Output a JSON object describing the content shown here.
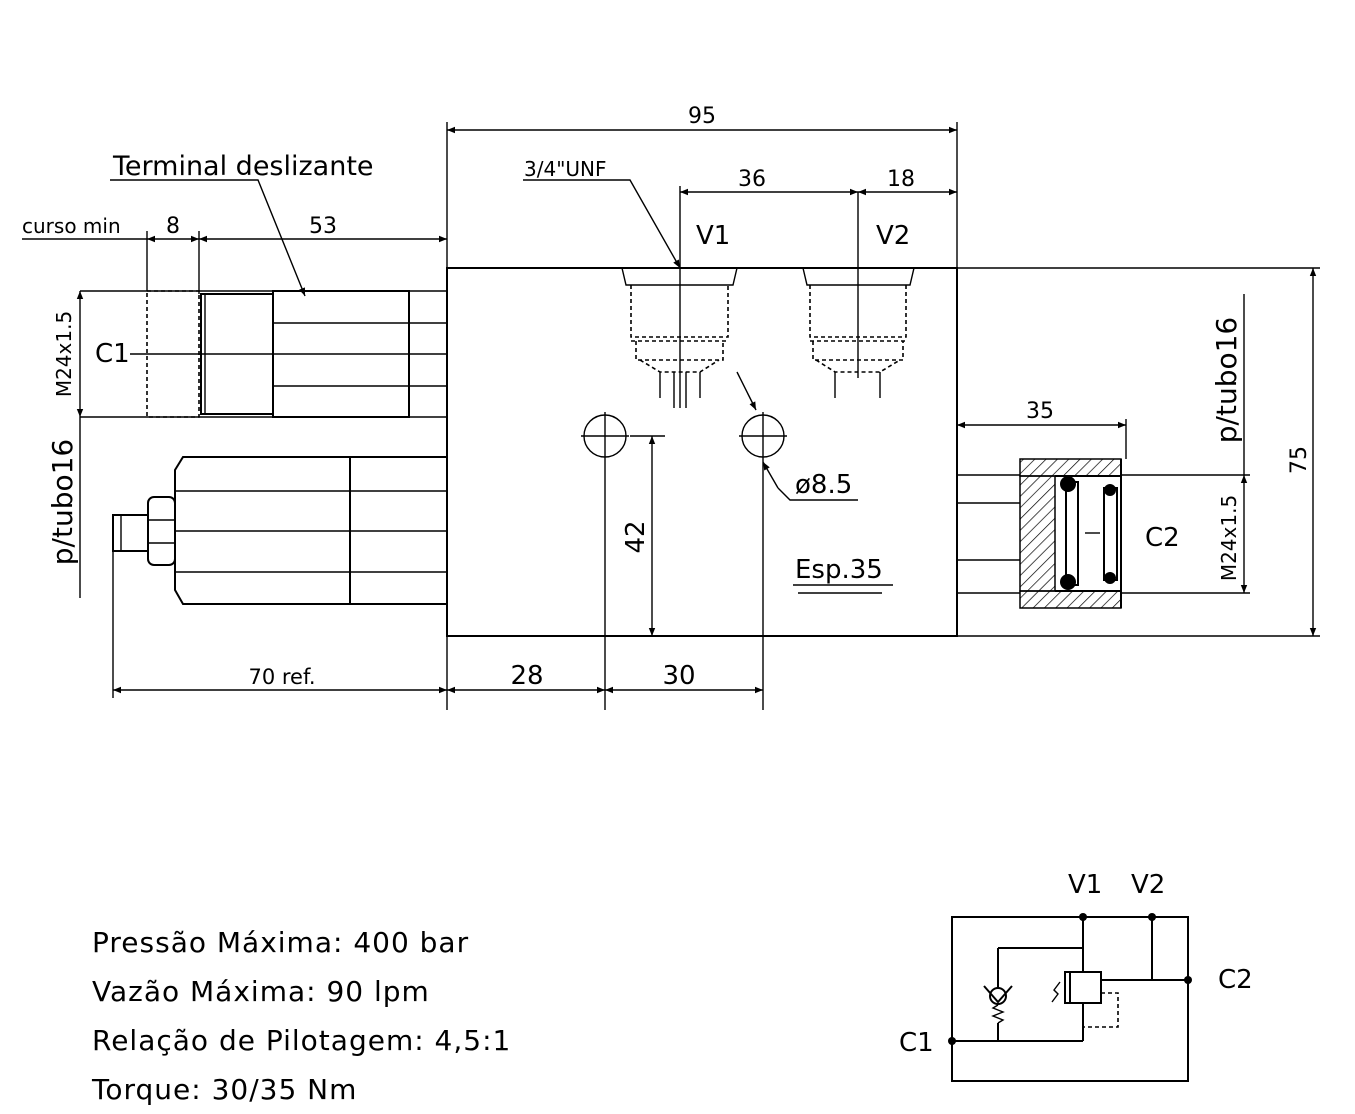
{
  "drawing": {
    "label_terminal": "Terminal deslizante",
    "label_curso_min": "curso min",
    "dim_8": "8",
    "dim_53": "53",
    "dim_95": "95",
    "dim_36": "36",
    "dim_18": "18",
    "label_unf": "3/4\"UNF",
    "port_v1": "V1",
    "port_v2": "V2",
    "port_c1": "C1",
    "port_c2": "C2",
    "thread_left": "M24x1.5",
    "thread_right": "M24x1.5",
    "tube_left": "p/tubo16",
    "tube_right": "p/tubo16",
    "dim_35_top": "35",
    "dim_75": "75",
    "dim_42": "42",
    "hole_dia": "ø8.5",
    "thickness": "Esp.35",
    "dim_70ref": "70 ref.",
    "dim_28": "28",
    "dim_30": "30"
  },
  "schematic": {
    "v1": "V1",
    "v2": "V2",
    "c1": "C1",
    "c2": "C2"
  },
  "specs": {
    "pressure": "Pressão Máxima: 400 bar",
    "flow": "Vazão Máxima: 90 lpm",
    "pilot_ratio": "Relação de Pilotagem: 4,5:1",
    "torque": "Torque: 30/35 Nm"
  }
}
